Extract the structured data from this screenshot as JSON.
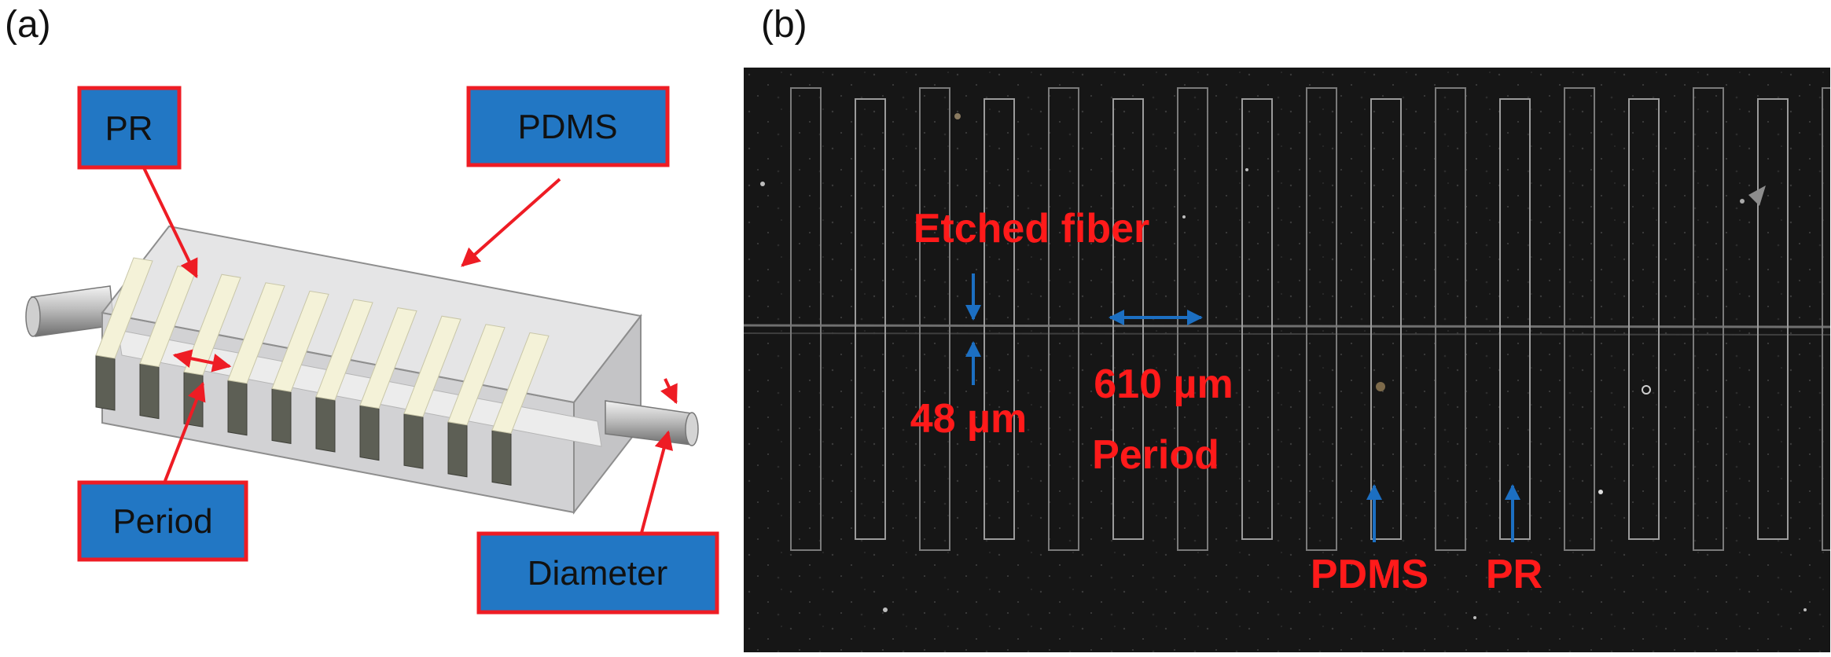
{
  "panels": {
    "a": {
      "letter": "(a)",
      "labels": {
        "pr": "PR",
        "pdms": "PDMS",
        "period": "Period",
        "diameter": "Diameter"
      }
    },
    "b": {
      "letter": "(b)",
      "labels": {
        "etched_fiber": "Etched fiber",
        "diameter_value": "48 µm",
        "period_value": "610 µm",
        "period": "Period",
        "pdms": "PDMS",
        "pr": "PR"
      }
    }
  },
  "colors": {
    "label_box_fill": "#2277c4",
    "label_box_border": "#ee1c24",
    "arrow_red": "#ee1c24",
    "arrow_blue": "#1c6fc2",
    "micrograph_background": "#161616",
    "annotation_red": "#ff1a1a"
  }
}
